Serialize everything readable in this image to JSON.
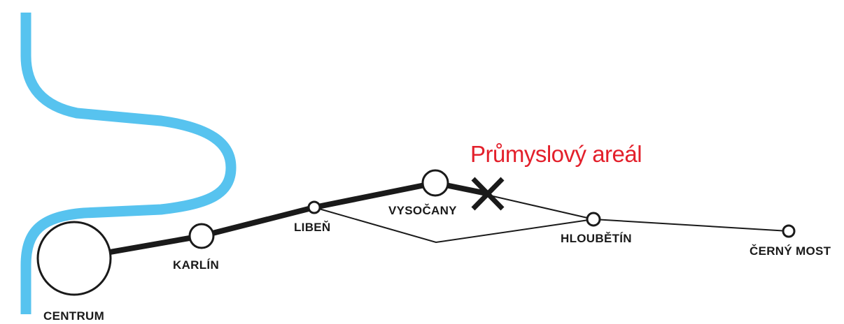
{
  "colors": {
    "background": "#ffffff",
    "river": "#57c3ef",
    "line": "#1a1a1a",
    "highlight": "#e3202b"
  },
  "icons": {
    "river": "river-line",
    "closed_site": "x-cross-icon"
  },
  "industrial_area": {
    "label": "Průmyslový areál"
  },
  "stations": {
    "centrum": "CENTRUM",
    "karlin": "KARLÍN",
    "liben": "LIBEŇ",
    "vysocany": "VYSOČANY",
    "hloubetin": "HLOUBĚTÍN",
    "cerny_most": "ČERNÝ MOST"
  }
}
